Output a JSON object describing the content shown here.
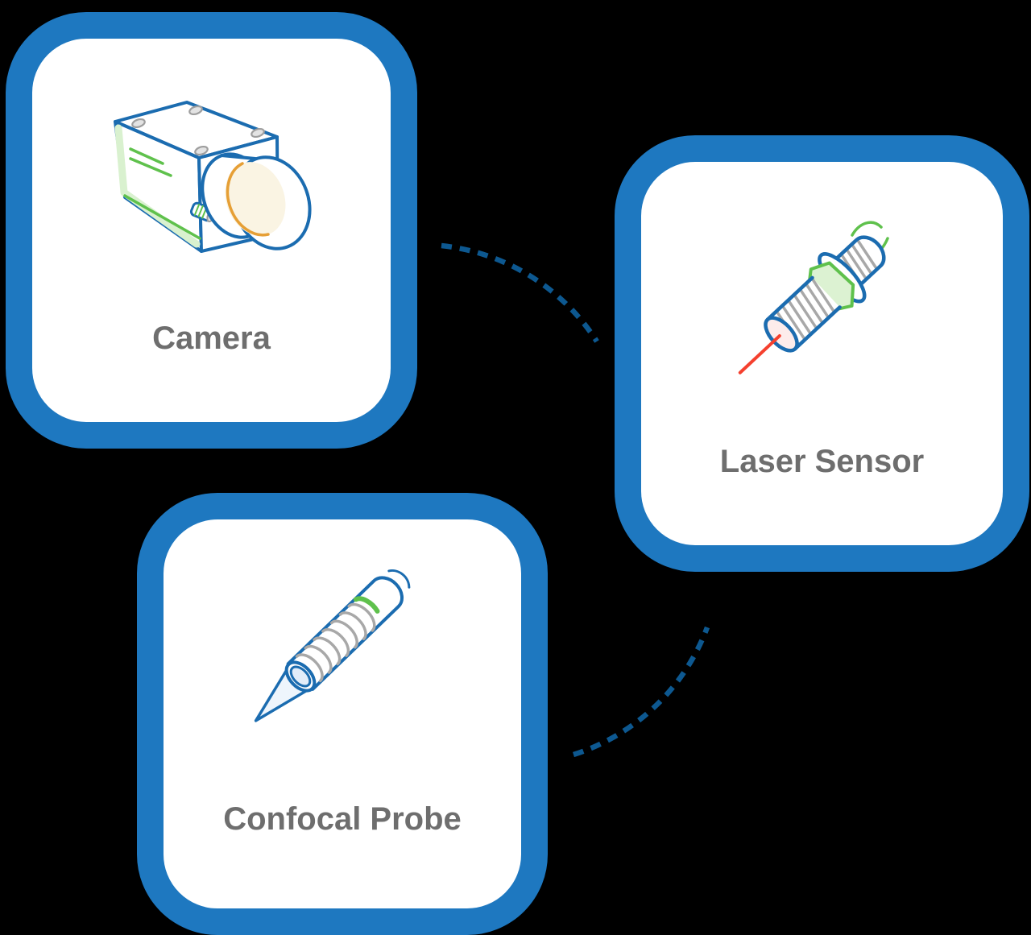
{
  "diagram": {
    "title_visible": false,
    "background_color": "#000000",
    "node_border_color": "#1e78c0",
    "connector_color": "#0d5890",
    "label_color": "#6e6e6e"
  },
  "cards": [
    {
      "id": "camera",
      "label": "Camera",
      "icon": "camera-icon"
    },
    {
      "id": "laser-sensor",
      "label": "Laser Sensor",
      "icon": "laser-sensor-icon"
    },
    {
      "id": "confocal-probe",
      "label": "Confocal Probe",
      "icon": "confocal-probe-icon"
    }
  ],
  "connectors": [
    {
      "from": "camera",
      "to": "laser-sensor",
      "style": "dashed-arc"
    },
    {
      "from": "confocal-probe",
      "to": "laser-sensor",
      "style": "dashed-arc"
    }
  ],
  "icon_colors": {
    "outline_blue": "#1b6cb0",
    "accent_green": "#5fc14c",
    "accent_green_light": "#d9f1cf",
    "thread_gray": "#a8a8a8",
    "lens_cream": "#faf4e3",
    "lens_orange": "#e69f35",
    "laser_tip_pink": "#fdeceb",
    "laser_red": "#f5402e",
    "probe_fill_light_blue": "#e9f2fb"
  }
}
